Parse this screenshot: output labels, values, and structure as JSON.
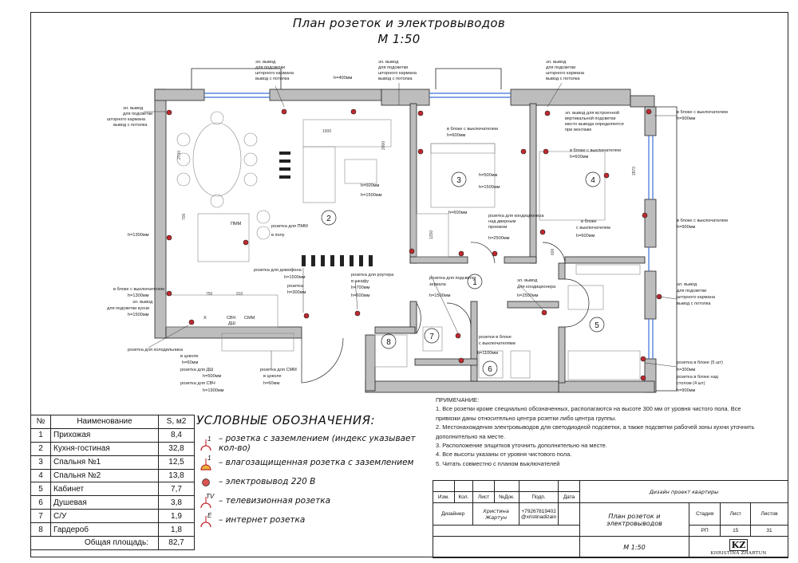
{
  "sheet": {
    "title": "План розеток и электровыводов",
    "scale": "М 1:50"
  },
  "rooms": [
    {
      "num": "1",
      "name": "Прихожая",
      "area": "8,4"
    },
    {
      "num": "2",
      "name": "Кухня-гостиная",
      "area": "32,8"
    },
    {
      "num": "3",
      "name": "Спальня №1",
      "area": "12,5"
    },
    {
      "num": "4",
      "name": "Спальня №2",
      "area": "13,8"
    },
    {
      "num": "5",
      "name": "Кабинет",
      "area": "7,7"
    },
    {
      "num": "6",
      "name": "Душевая",
      "area": "3,8"
    },
    {
      "num": "7",
      "name": "С/У",
      "area": "1,9"
    },
    {
      "num": "8",
      "name": "Гардероб",
      "area": "1,8"
    }
  ],
  "room_table": {
    "h_num": "№",
    "h_name": "Наименование",
    "h_area": "S, м2",
    "total_label": "Общая площадь:",
    "total_value": "82,7"
  },
  "legend": {
    "title": "УСЛОВНЫЕ ОБОЗНАЧЕНИЯ:",
    "items": [
      "– розетка с заземлением (индекс указывает кол-во)",
      "– влагозащищенная розетка с заземлением",
      "– электровывод 220 В",
      "– телевизионная розетка",
      "– интернет розетка"
    ],
    "sym_count": "1",
    "sym_tv": "TV",
    "sym_e": "E"
  },
  "notes": [
    "ПРИМЕЧАНИЕ:",
    "1. Все розетки кроме специально обозначенных, располагаются на высоте 300 мм от уровня чистого пола. Все",
    "привязки даны относительно центра розетки либо центра группы.",
    "2. Местонахождения электровыводов для светодиодной подсветки, а также подсветки рабочей зоны кухни уточнить",
    "дополнительно на месте.",
    "3. Расположение элщитков уточнить дополнительно на месте.",
    "4. Все высоты указаны от уровня чистового пола.",
    "5. Читать совместно с планом выключателей"
  ],
  "stamp": {
    "project": "Дизайн проект квартиры",
    "cols": [
      "Изм.",
      "Кол.",
      "Лист",
      "№Док.",
      "Подп.",
      "Дата"
    ],
    "role": "Дизайнер",
    "author": "Христина Жартун",
    "phone": "+79267819402",
    "insta": "@xristinadizain",
    "sheet_name": "План розеток и электровыводов",
    "scale": "М 1:50",
    "stage_h": "Стадия",
    "stage": "РП",
    "sheet_h": "Лист",
    "sheet": "15",
    "sheets_h": "Листов",
    "sheets": "31",
    "logo_mark": "KZ",
    "logo_text": "KHRISTINA ZHARTUN"
  },
  "plan_labels": {
    "room_numbers": [
      "1",
      "2",
      "3",
      "4",
      "5",
      "6",
      "7",
      "8"
    ],
    "a1": "эл. вывод",
    "a2": "для подсветки",
    "a3": "шторного кармана",
    "a4": "вывод с потолка",
    "b1": "эл. вывод для встроенной",
    "b2": "вертикальной подсветки",
    "b3": "место вывода определяется",
    "b4": "при монтаже",
    "c1": "в блоке с выключателем",
    "c2": "h=600мм",
    "d1": "в блоке с выключателем",
    "d2": "h=900мм",
    "e1": "в блоке с выключателем",
    "e2": "h=1300мм",
    "f1": "розетка для кондиционера",
    "f2": "над дверным",
    "f3": "проемом",
    "f4": "h=2500мм",
    "g1": "розетка для ПММ",
    "g2": "в полу",
    "h1": "розетка для домофона",
    "h2": "h=1500мм",
    "i1": "розетка для роутера",
    "i2": "в шкафу",
    "i3": "h=700мм",
    "i4": "h=600мм",
    "j1": "розетка",
    "j2": "h=300мм",
    "k1": "розетка для подсветки",
    "k2": "зеркала",
    "k3": "h=1500мм",
    "l1": "эл. вывод",
    "l2": "для кондиционера",
    "l3": "h=2500мм",
    "m1": "розетки в блоке",
    "m2": "с выключателями",
    "m3": "h=1100мм",
    "n1": "розетка для холодильника",
    "n2": "в цоколе",
    "n3": "h=60мм",
    "o1": "розетка для ДШ",
    "o2": "h=500мм",
    "o3": "розетка для СВЧ",
    "o4": "h=1900мм",
    "p1": "розетка для СММ",
    "p2": "в цоколе",
    "p3": "h=60мм",
    "q1": "розетка в блоке (5 шт)",
    "q2": "h=300мм",
    "q3": "розетка в блоке над",
    "q4": "столом (4 шт)",
    "q5": "h=900мм",
    "r1": "h=1300мм",
    "r2": "h=400мм",
    "s1": "в блоке с выключателем",
    "s2": "эл. вывод",
    "s3": "для подсветки кухни",
    "s4": "h=1500мм",
    "t1": "h=500мм",
    "t2": "h=1500мм",
    "u1": "в блоке",
    "u2": "с выключателем",
    "u3": "h=600мм",
    "v1": "ПММ",
    "v2": "СВЧ",
    "v3": "ДШ",
    "v4": "СММ",
    "v5": "Х",
    "w1": "h=500мм",
    "w2": "h=1500мм",
    "w3": "h=600мм",
    "d_2730": "2730",
    "d_2870": "2870",
    "d_2000": "2000",
    "d_1500": "1500",
    "d_600": "600",
    "d_700": "700",
    "d_750": "750",
    "d_910": "910",
    "d_1250": "1250"
  },
  "colors": {
    "wall": "#bdbdbd",
    "outlet": "#c0282d",
    "line": "#222222",
    "window": "#3a6fd8"
  }
}
